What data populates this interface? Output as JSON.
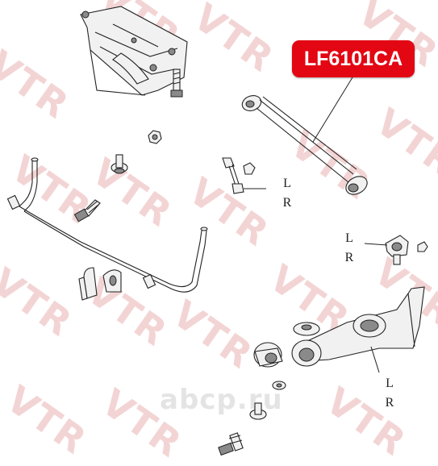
{
  "part_label": "LF6101CA",
  "watermark": {
    "text": "VTR",
    "site": "abcp.ru"
  },
  "side_labels": [
    {
      "id": "link",
      "l": "L",
      "r": "R"
    },
    {
      "id": "bracket",
      "l": "L",
      "r": "R"
    },
    {
      "id": "arm",
      "l": "L",
      "r": "R"
    }
  ],
  "colors": {
    "accent": "#e30613",
    "watermark": "#f3d4d4"
  }
}
